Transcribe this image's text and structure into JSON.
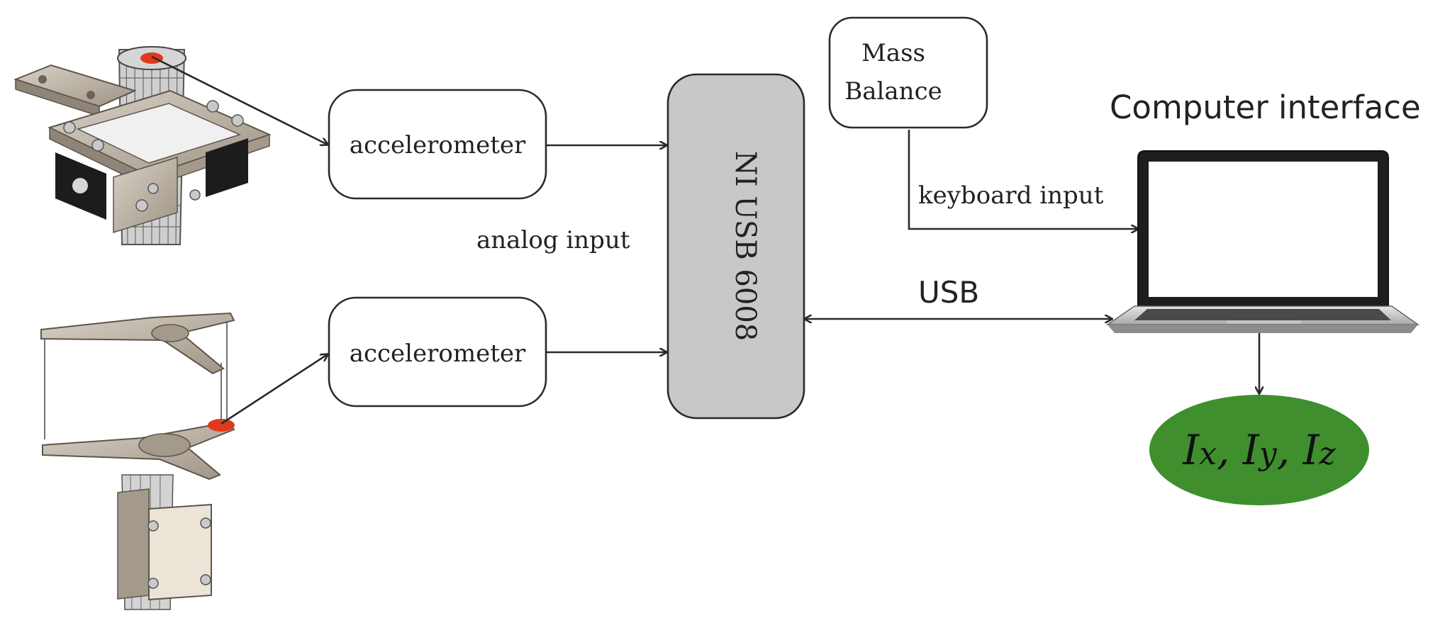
{
  "nodes": {
    "accelerometer_top": "accelerometer",
    "accelerometer_bottom": "accelerometer",
    "daq": "NI USB 6008",
    "mass_balance_line1": "Mass",
    "mass_balance_line2": "Balance",
    "computer_interface_title": "Computer interface",
    "result_i": [
      "I",
      "I",
      "I"
    ],
    "result_sub": [
      "x",
      "y",
      "z"
    ],
    "result_sep": [
      ", ",
      ", "
    ]
  },
  "edge_labels": {
    "analog_input": "analog input",
    "keyboard_input": "keyboard input",
    "usb": "USB"
  },
  "colors": {
    "daq_fill": "#c8c8c8",
    "result_fill": "#3f8f2f",
    "sensor_marker": "#e03a1e",
    "part_metal": "#bdb3a6",
    "part_dark": "#1c1c1c"
  },
  "icons": [
    "gimbal-mount-cad-icon",
    "trifilar-pendulum-cad-icon",
    "laptop-icon",
    "arrow-icon"
  ]
}
